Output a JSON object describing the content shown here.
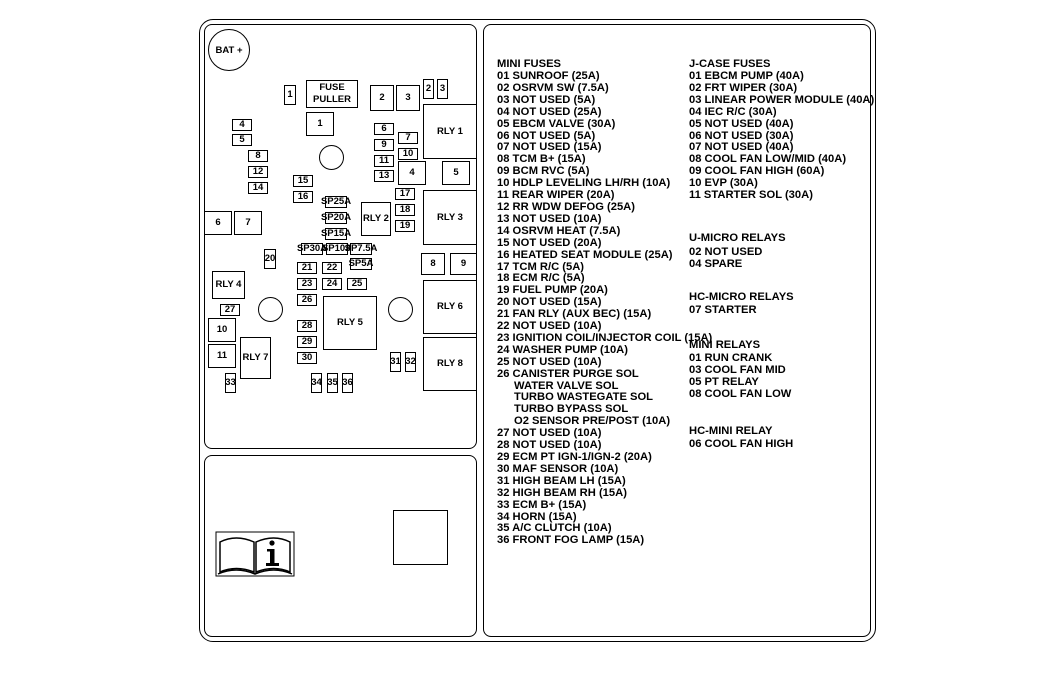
{
  "layout": {
    "bat": "BAT +",
    "fuse_puller": "FUSE\nPULLER",
    "labels": {
      "f1a": "1",
      "f1b": "1",
      "f2": "2",
      "f3": "3",
      "f2s": "2",
      "f3s": "3",
      "f4": "4",
      "f5": "5",
      "f6": "6",
      "f7": "7",
      "f8": "8",
      "f9": "9",
      "f10": "10",
      "f11": "11",
      "f12": "12",
      "f13": "13",
      "f14": "14",
      "f15": "15",
      "f16": "16",
      "f17": "17",
      "f18": "18",
      "f19": "19",
      "f20": "20",
      "f21": "21",
      "f22": "22",
      "f23": "23",
      "f24": "24",
      "f25": "25",
      "f26": "26",
      "f27": "27",
      "f28": "28",
      "f29": "29",
      "f30": "30",
      "f31": "31",
      "f32": "32",
      "f33": "33",
      "f34": "34",
      "f35": "35",
      "f36": "36",
      "s4": "4",
      "s5": "5",
      "s6": "6",
      "s7": "7",
      "s8": "8",
      "s9": "9",
      "s10": "10",
      "s11": "11",
      "s4b": "4",
      "s7b": "7",
      "sp25": "SP25A",
      "sp20": "SP20A",
      "sp15": "SP15A",
      "sp30": "SP30A",
      "sp10": "SP10A",
      "sp7": "SP7.5A",
      "sp5": "SP5A",
      "rly1": "RLY 1",
      "rly2": "RLY 2",
      "rly3": "RLY 3",
      "rly4": "RLY 4",
      "rly5": "RLY 5",
      "rly6": "RLY 6",
      "rly7": "RLY 7",
      "rly8": "RLY 8"
    }
  },
  "legend": {
    "mini_fuses": {
      "title": "MINI FUSES",
      "items": [
        "01 SUNROOF (25A)",
        "02 OSRVM SW (7.5A)",
        "03 NOT USED (5A)",
        "04 NOT USED (25A)",
        "05 EBCM VALVE (30A)",
        "06 NOT USED (5A)",
        "07 NOT USED (15A)",
        "08 TCM B+ (15A)",
        "09 BCM RVC (5A)",
        "10 HDLP LEVELING LH/RH (10A)",
        "11 REAR WIPER (20A)",
        "12 RR WDW DEFOG (25A)",
        "13 NOT USED (10A)",
        "14 OSRVM HEAT (7.5A)",
        "15 NOT USED (20A)",
        "16 HEATED SEAT MODULE (25A)",
        "17 TCM R/C (5A)",
        "18 ECM R/C (5A)",
        "19 FUEL PUMP (20A)",
        "20 NOT USED (15A)",
        "21 FAN RLY (AUX BEC) (15A)",
        "22 NOT USED (10A)",
        "23 IGNITION COIL/INJECTOR COIL (15A)",
        "24 WASHER PUMP (10A)",
        "25 NOT USED (10A)",
        "26 CANISTER PURGE SOL"
      ],
      "sub_items": [
        "WATER VALVE SOL",
        "TURBO WASTEGATE SOL",
        "TURBO BYPASS SOL",
        "O2 SENSOR PRE/POST (10A)"
      ],
      "items2": [
        "27 NOT USED (10A)",
        "28 NOT USED (10A)",
        "29 ECM PT IGN-1/IGN-2 (20A)",
        "30 MAF SENSOR (10A)",
        "31 HIGH BEAM LH (15A)",
        "32 HIGH BEAM RH (15A)",
        "33 ECM B+ (15A)",
        "34 HORN (15A)",
        "35 A/C CLUTCH (10A)",
        "36 FRONT FOG LAMP (15A)"
      ]
    },
    "jcase_fuses": {
      "title": "J-CASE FUSES",
      "items": [
        "01 EBCM PUMP (40A)",
        "02 FRT WIPER (30A)",
        "03 LINEAR POWER MODULE (40A)",
        "04 IEC R/C (30A)",
        "05 NOT USED (40A)",
        "06 NOT USED (30A)",
        "07 NOT USED (40A)",
        "08 COOL FAN LOW/MID (40A)",
        "09 COOL FAN HIGH (60A)",
        "10 EVP (30A)",
        "11 STARTER SOL (30A)"
      ]
    },
    "u_micro_relays": {
      "title": "U-MICRO RELAYS",
      "items": [
        "02 NOT USED",
        "04 SPARE"
      ]
    },
    "hc_micro_relays": {
      "title": "HC-MICRO RELAYS",
      "items": [
        "07 STARTER"
      ]
    },
    "mini_relays": {
      "title": "MINI RELAYS",
      "items": [
        "01 RUN CRANK",
        "03 COOL FAN MID",
        "05 PT RELAY",
        "08 COOL FAN LOW"
      ]
    },
    "hc_mini_relay": {
      "title": "HC-MINI RELAY",
      "items": [
        "06 COOL FAN HIGH"
      ]
    }
  }
}
